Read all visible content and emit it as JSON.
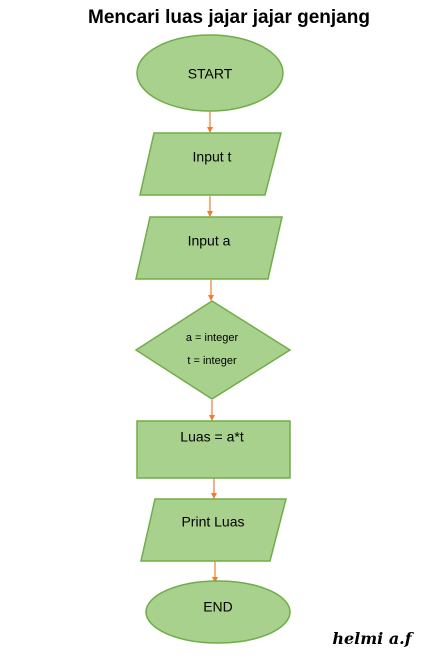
{
  "title": "Mencari luas jajar jajar genjang",
  "colors": {
    "shape_fill": "#a9d18e",
    "shape_stroke": "#70ad47",
    "arrow": "#ed7d31"
  },
  "nodes": {
    "start": {
      "shape": "ellipse",
      "label": "START"
    },
    "input_t": {
      "shape": "parallelogram",
      "label": "Input t"
    },
    "input_a": {
      "shape": "parallelogram",
      "label": "Input a"
    },
    "decision": {
      "shape": "diamond",
      "lines": [
        "a = integer",
        "t = integer"
      ]
    },
    "process": {
      "shape": "rectangle",
      "label": "Luas = a*t"
    },
    "print": {
      "shape": "parallelogram",
      "label": "Print Luas"
    },
    "end": {
      "shape": "ellipse",
      "label": "END"
    }
  },
  "edges": [
    [
      "start",
      "input_t"
    ],
    [
      "input_t",
      "input_a"
    ],
    [
      "input_a",
      "decision"
    ],
    [
      "decision",
      "process"
    ],
    [
      "process",
      "print"
    ],
    [
      "print",
      "end"
    ]
  ],
  "signature": "helmi a.f"
}
